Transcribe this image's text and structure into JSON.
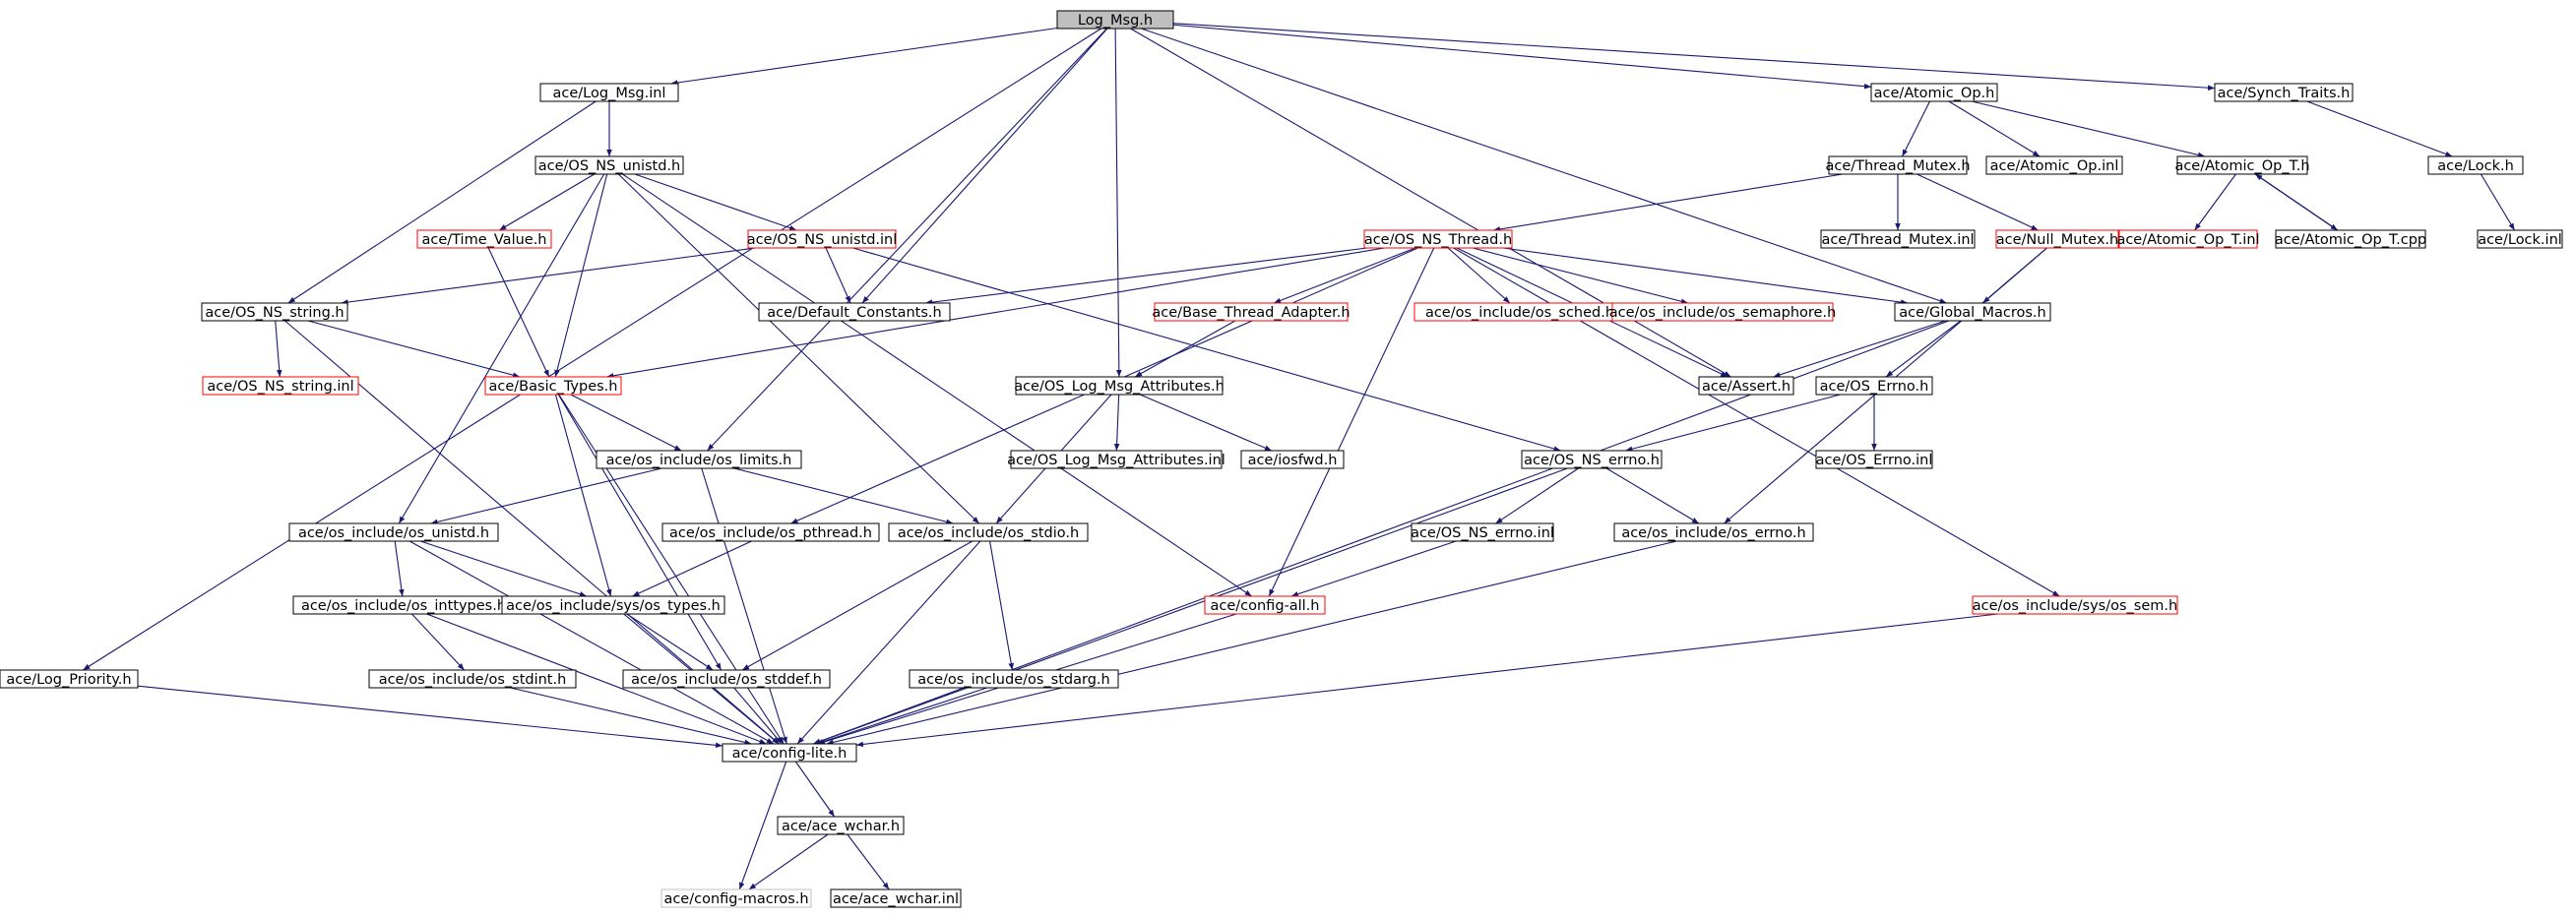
{
  "diagram": {
    "colors": {
      "edge": "#191970",
      "normal": "#000000",
      "incomplete": "#ff0000",
      "external": "#bfbfbf",
      "root_fill": "#bfbfbf"
    },
    "nodes": [
      {
        "id": "log_msg_h",
        "label": "Log_Msg.h",
        "style": "root"
      },
      {
        "id": "log_msg_inl",
        "label": "ace/Log_Msg.inl",
        "style": "normal"
      },
      {
        "id": "os_ns_unistd_h",
        "label": "ace/OS_NS_unistd.h",
        "style": "normal"
      },
      {
        "id": "time_value_h",
        "label": "ace/Time_Value.h",
        "style": "incomplete"
      },
      {
        "id": "os_ns_unistd_inl",
        "label": "ace/OS_NS_unistd.inl",
        "style": "incomplete"
      },
      {
        "id": "os_ns_string_h",
        "label": "ace/OS_NS_string.h",
        "style": "normal"
      },
      {
        "id": "default_constants_h",
        "label": "ace/Default_Constants.h",
        "style": "normal"
      },
      {
        "id": "os_ns_string_inl",
        "label": "ace/OS_NS_string.inl",
        "style": "incomplete"
      },
      {
        "id": "basic_types_h",
        "label": "ace/Basic_Types.h",
        "style": "incomplete"
      },
      {
        "id": "os_limits_h",
        "label": "ace/os_include/os_limits.h",
        "style": "normal"
      },
      {
        "id": "os_unistd_h",
        "label": "ace/os_include/os_unistd.h",
        "style": "normal"
      },
      {
        "id": "os_pthread_h",
        "label": "ace/os_include/os_pthread.h",
        "style": "normal"
      },
      {
        "id": "os_stdio_h",
        "label": "ace/os_include/os_stdio.h",
        "style": "normal"
      },
      {
        "id": "os_inttypes_h",
        "label": "ace/os_include/os_inttypes.h",
        "style": "normal"
      },
      {
        "id": "os_types_h",
        "label": "ace/os_include/sys/os_types.h",
        "style": "normal"
      },
      {
        "id": "os_stdint_h",
        "label": "ace/os_include/os_stdint.h",
        "style": "normal"
      },
      {
        "id": "os_stddef_h",
        "label": "ace/os_include/os_stddef.h",
        "style": "normal"
      },
      {
        "id": "os_stdarg_h",
        "label": "ace/os_include/os_stdarg.h",
        "style": "normal"
      },
      {
        "id": "log_priority_h",
        "label": "ace/Log_Priority.h",
        "style": "normal"
      },
      {
        "id": "config_lite_h",
        "label": "ace/config-lite.h",
        "style": "normal"
      },
      {
        "id": "ace_wchar_h",
        "label": "ace/ace_wchar.h",
        "style": "normal"
      },
      {
        "id": "config_macros_h",
        "label": "ace/config-macros.h",
        "style": "external"
      },
      {
        "id": "ace_wchar_inl",
        "label": "ace/ace_wchar.inl",
        "style": "normal"
      },
      {
        "id": "os_ns_thread_h",
        "label": "ace/OS_NS_Thread.h",
        "style": "incomplete"
      },
      {
        "id": "base_thread_adapter_h",
        "label": "ace/Base_Thread_Adapter.h",
        "style": "incomplete"
      },
      {
        "id": "os_log_msg_attributes_h",
        "label": "ace/OS_Log_Msg_Attributes.h",
        "style": "normal"
      },
      {
        "id": "os_log_msg_attributes_inl",
        "label": "ace/OS_Log_Msg_Attributes.inl",
        "style": "normal"
      },
      {
        "id": "iosfwd_h",
        "label": "ace/iosfwd.h",
        "style": "normal"
      },
      {
        "id": "config_all_h",
        "label": "ace/config-all.h",
        "style": "incomplete"
      },
      {
        "id": "os_sched_h",
        "label": "ace/os_include/os_sched.h",
        "style": "incomplete"
      },
      {
        "id": "os_semaphore_h",
        "label": "ace/os_include/os_semaphore.h",
        "style": "incomplete"
      },
      {
        "id": "os_ns_errno_h",
        "label": "ace/OS_NS_errno.h",
        "style": "normal"
      },
      {
        "id": "os_ns_errno_inl",
        "label": "ace/OS_NS_errno.inl",
        "style": "normal"
      },
      {
        "id": "os_errno_h",
        "label": "ace/os_include/os_errno.h",
        "style": "normal"
      },
      {
        "id": "atomic_op_h",
        "label": "ace/Atomic_Op.h",
        "style": "normal"
      },
      {
        "id": "thread_mutex_h",
        "label": "ace/Thread_Mutex.h",
        "style": "normal"
      },
      {
        "id": "atomic_op_inl",
        "label": "ace/Atomic_Op.inl",
        "style": "normal"
      },
      {
        "id": "atomic_op_t_h",
        "label": "ace/Atomic_Op_T.h",
        "style": "normal"
      },
      {
        "id": "thread_mutex_inl",
        "label": "ace/Thread_Mutex.inl",
        "style": "normal"
      },
      {
        "id": "null_mutex_h",
        "label": "ace/Null_Mutex.h",
        "style": "incomplete"
      },
      {
        "id": "atomic_op_t_inl",
        "label": "ace/Atomic_Op_T.inl",
        "style": "incomplete"
      },
      {
        "id": "atomic_op_t_cpp",
        "label": "ace/Atomic_Op_T.cpp",
        "style": "normal"
      },
      {
        "id": "global_macros_h",
        "label": "ace/Global_Macros.h",
        "style": "normal"
      },
      {
        "id": "assert_h",
        "label": "ace/Assert.h",
        "style": "normal"
      },
      {
        "id": "os_errno_ace_h",
        "label": "ace/OS_Errno.h",
        "style": "normal"
      },
      {
        "id": "os_errno_inl",
        "label": "ace/OS_Errno.inl",
        "style": "normal"
      },
      {
        "id": "os_sem_h",
        "label": "ace/os_include/sys/os_sem.h",
        "style": "incomplete"
      },
      {
        "id": "synch_traits_h",
        "label": "ace/Synch_Traits.h",
        "style": "normal"
      },
      {
        "id": "lock_h",
        "label": "ace/Lock.h",
        "style": "normal"
      },
      {
        "id": "lock_inl",
        "label": "ace/Lock.inl",
        "style": "normal"
      }
    ],
    "edges": [
      [
        "log_msg_h",
        "log_msg_inl"
      ],
      [
        "log_msg_h",
        "log_priority_h"
      ],
      [
        "log_msg_h",
        "os_limits_h"
      ],
      [
        "log_msg_h",
        "default_constants_h"
      ],
      [
        "log_msg_h",
        "os_log_msg_attributes_h"
      ],
      [
        "log_msg_h",
        "assert_h"
      ],
      [
        "log_msg_h",
        "global_macros_h"
      ],
      [
        "log_msg_h",
        "atomic_op_h"
      ],
      [
        "log_msg_h",
        "synch_traits_h"
      ],
      [
        "log_msg_inl",
        "os_ns_unistd_h"
      ],
      [
        "log_msg_inl",
        "os_ns_string_h"
      ],
      [
        "os_ns_unistd_h",
        "time_value_h"
      ],
      [
        "os_ns_unistd_h",
        "os_ns_unistd_inl"
      ],
      [
        "os_ns_unistd_h",
        "basic_types_h"
      ],
      [
        "os_ns_unistd_h",
        "os_unistd_h"
      ],
      [
        "os_ns_unistd_h",
        "os_stdio_h"
      ],
      [
        "os_ns_unistd_h",
        "config_all_h"
      ],
      [
        "time_value_h",
        "basic_types_h"
      ],
      [
        "os_ns_unistd_inl",
        "os_ns_string_h"
      ],
      [
        "os_ns_unistd_inl",
        "default_constants_h"
      ],
      [
        "os_ns_unistd_inl",
        "os_ns_errno_h"
      ],
      [
        "os_ns_string_h",
        "os_ns_string_inl"
      ],
      [
        "os_ns_string_h",
        "basic_types_h"
      ],
      [
        "os_ns_string_h",
        "config_lite_h"
      ],
      [
        "basic_types_h",
        "os_limits_h"
      ],
      [
        "basic_types_h",
        "os_types_h"
      ],
      [
        "basic_types_h",
        "os_stddef_h"
      ],
      [
        "basic_types_h",
        "config_lite_h"
      ],
      [
        "os_limits_h",
        "os_unistd_h"
      ],
      [
        "os_limits_h",
        "os_stdio_h"
      ],
      [
        "os_limits_h",
        "config_lite_h"
      ],
      [
        "os_unistd_h",
        "os_inttypes_h"
      ],
      [
        "os_unistd_h",
        "os_types_h"
      ],
      [
        "os_unistd_h",
        "config_lite_h"
      ],
      [
        "os_pthread_h",
        "os_types_h"
      ],
      [
        "os_stdio_h",
        "os_stddef_h"
      ],
      [
        "os_stdio_h",
        "os_stdarg_h"
      ],
      [
        "os_stdio_h",
        "config_lite_h"
      ],
      [
        "os_inttypes_h",
        "os_stdint_h"
      ],
      [
        "os_inttypes_h",
        "config_lite_h"
      ],
      [
        "os_types_h",
        "os_stddef_h"
      ],
      [
        "os_types_h",
        "config_lite_h"
      ],
      [
        "os_stdint_h",
        "config_lite_h"
      ],
      [
        "os_stddef_h",
        "config_lite_h"
      ],
      [
        "os_stdarg_h",
        "config_lite_h"
      ],
      [
        "log_priority_h",
        "config_lite_h"
      ],
      [
        "config_lite_h",
        "ace_wchar_h"
      ],
      [
        "config_lite_h",
        "config_macros_h"
      ],
      [
        "ace_wchar_h",
        "config_macros_h"
      ],
      [
        "ace_wchar_h",
        "ace_wchar_inl"
      ],
      [
        "os_ns_thread_h",
        "default_constants_h"
      ],
      [
        "os_ns_thread_h",
        "basic_types_h"
      ],
      [
        "os_ns_thread_h",
        "base_thread_adapter_h"
      ],
      [
        "os_ns_thread_h",
        "os_pthread_h"
      ],
      [
        "os_ns_thread_h",
        "config_all_h"
      ],
      [
        "os_ns_thread_h",
        "os_sched_h"
      ],
      [
        "os_ns_thread_h",
        "os_semaphore_h"
      ],
      [
        "os_ns_thread_h",
        "global_macros_h"
      ],
      [
        "os_ns_thread_h",
        "assert_h"
      ],
      [
        "os_ns_thread_h",
        "os_sem_h"
      ],
      [
        "base_thread_adapter_h",
        "os_log_msg_attributes_h"
      ],
      [
        "os_log_msg_attributes_h",
        "os_log_msg_attributes_inl"
      ],
      [
        "os_log_msg_attributes_h",
        "iosfwd_h"
      ],
      [
        "os_log_msg_attributes_h",
        "os_stdio_h"
      ],
      [
        "config_all_h",
        "config_lite_h"
      ],
      [
        "os_ns_errno_h",
        "os_ns_errno_inl"
      ],
      [
        "os_ns_errno_h",
        "os_errno_h"
      ],
      [
        "os_ns_errno_h",
        "config_lite_h"
      ],
      [
        "os_ns_errno_inl",
        "config_all_h"
      ],
      [
        "os_errno_h",
        "config_lite_h"
      ],
      [
        "atomic_op_h",
        "thread_mutex_h"
      ],
      [
        "atomic_op_h",
        "atomic_op_inl"
      ],
      [
        "atomic_op_h",
        "atomic_op_t_h"
      ],
      [
        "thread_mutex_h",
        "os_ns_thread_h"
      ],
      [
        "thread_mutex_h",
        "thread_mutex_inl"
      ],
      [
        "thread_mutex_h",
        "null_mutex_h"
      ],
      [
        "null_mutex_h",
        "global_macros_h"
      ],
      [
        "null_mutex_h",
        "os_errno_h"
      ],
      [
        "atomic_op_t_h",
        "atomic_op_t_inl"
      ],
      [
        "atomic_op_t_h",
        "atomic_op_t_cpp"
      ],
      [
        "atomic_op_t_cpp",
        "atomic_op_t_h"
      ],
      [
        "global_macros_h",
        "assert_h"
      ],
      [
        "global_macros_h",
        "os_errno_ace_h"
      ],
      [
        "global_macros_h",
        "config_lite_h"
      ],
      [
        "os_errno_ace_h",
        "os_errno_inl"
      ],
      [
        "os_errno_ace_h",
        "os_ns_errno_h"
      ],
      [
        "os_sem_h",
        "config_lite_h"
      ],
      [
        "synch_traits_h",
        "lock_h"
      ],
      [
        "lock_h",
        "lock_inl"
      ]
    ]
  }
}
